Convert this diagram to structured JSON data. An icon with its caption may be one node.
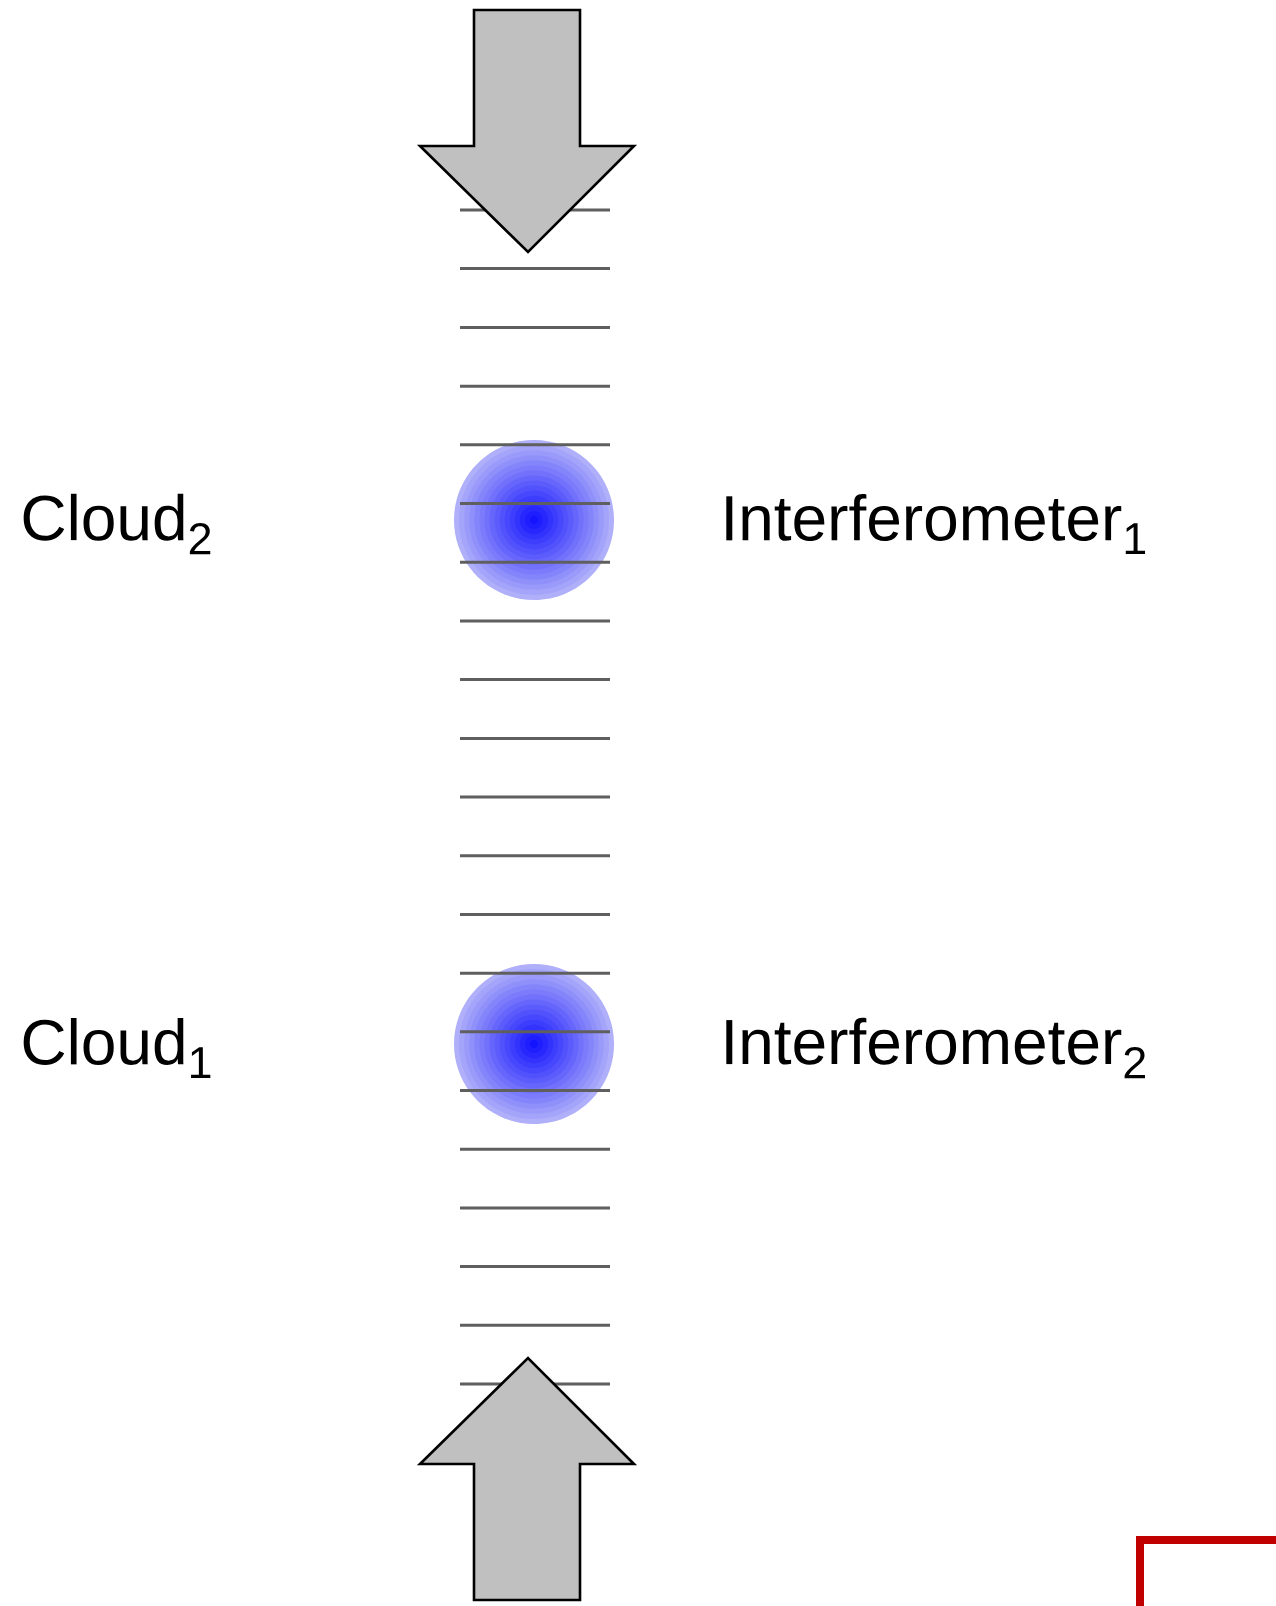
{
  "diagram": {
    "labels": [
      "Cloud$_{2}$",
      "Interferometer$_{1}$",
      "Cloud$_{1}$",
      "Interferometer$_{2}$"
    ]
  }
}
